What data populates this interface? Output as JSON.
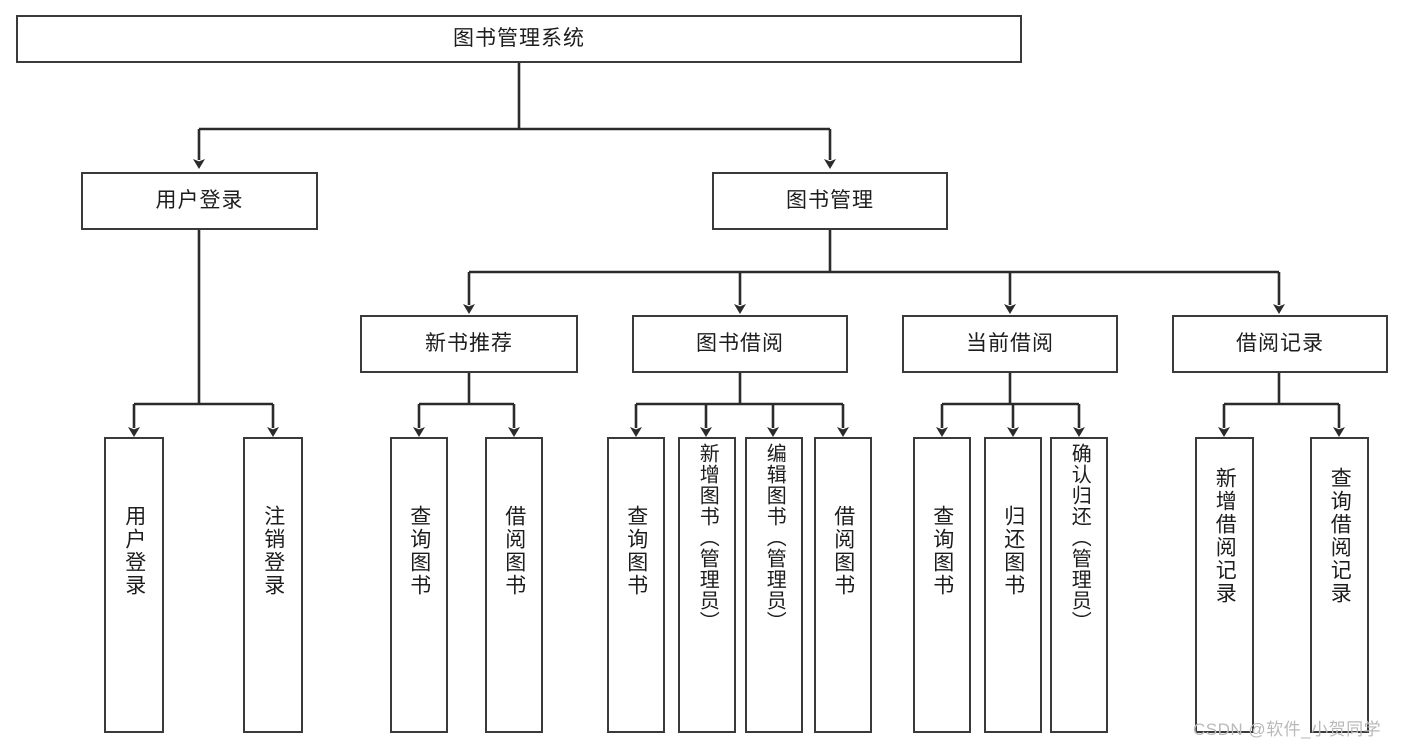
{
  "diagram": {
    "title": "图书管理系统",
    "type": "tree-hierarchy",
    "root": {
      "id": "root",
      "label": "图书管理系统"
    },
    "level2": [
      {
        "id": "user-login",
        "label": "用户登录"
      },
      {
        "id": "book-management",
        "label": "图书管理"
      }
    ],
    "level3": [
      {
        "id": "new-book-recommend",
        "label": "新书推荐"
      },
      {
        "id": "book-borrow",
        "label": "图书借阅"
      },
      {
        "id": "current-borrow",
        "label": "当前借阅"
      },
      {
        "id": "borrow-record",
        "label": "借阅记录"
      }
    ],
    "leaves": {
      "user_login": [
        {
          "id": "leaf-user-login",
          "label": "用户登录"
        },
        {
          "id": "leaf-user-logout",
          "label": "注销登录"
        }
      ],
      "new_book_recommend": [
        {
          "id": "leaf-query-book-1",
          "label": "查询图书"
        },
        {
          "id": "leaf-borrow-book-1",
          "label": "借阅图书"
        }
      ],
      "book_borrow": [
        {
          "id": "leaf-query-book-2",
          "label": "查询图书"
        },
        {
          "id": "leaf-add-book",
          "label": "新增图书（管理员）"
        },
        {
          "id": "leaf-edit-book",
          "label": "编辑图书（管理员）"
        },
        {
          "id": "leaf-borrow-book-2",
          "label": "借阅图书"
        }
      ],
      "current_borrow": [
        {
          "id": "leaf-query-book-3",
          "label": "查询图书"
        },
        {
          "id": "leaf-return-book",
          "label": "归还图书"
        },
        {
          "id": "leaf-confirm-return",
          "label": "确认归还（管理员）"
        }
      ],
      "borrow_record": [
        {
          "id": "leaf-add-record",
          "label": "新增借阅记录"
        },
        {
          "id": "leaf-query-record",
          "label": "查询借阅记录"
        }
      ]
    },
    "colors": {
      "box_border": "#3a3a3a",
      "box_fill": "#ffffff",
      "edge": "#2b2b2b",
      "text": "#1d1d1d",
      "watermark": "#b9b9b9",
      "background": "#ffffff"
    }
  },
  "watermark": {
    "text": "CSDN @软件_小贺同学"
  }
}
